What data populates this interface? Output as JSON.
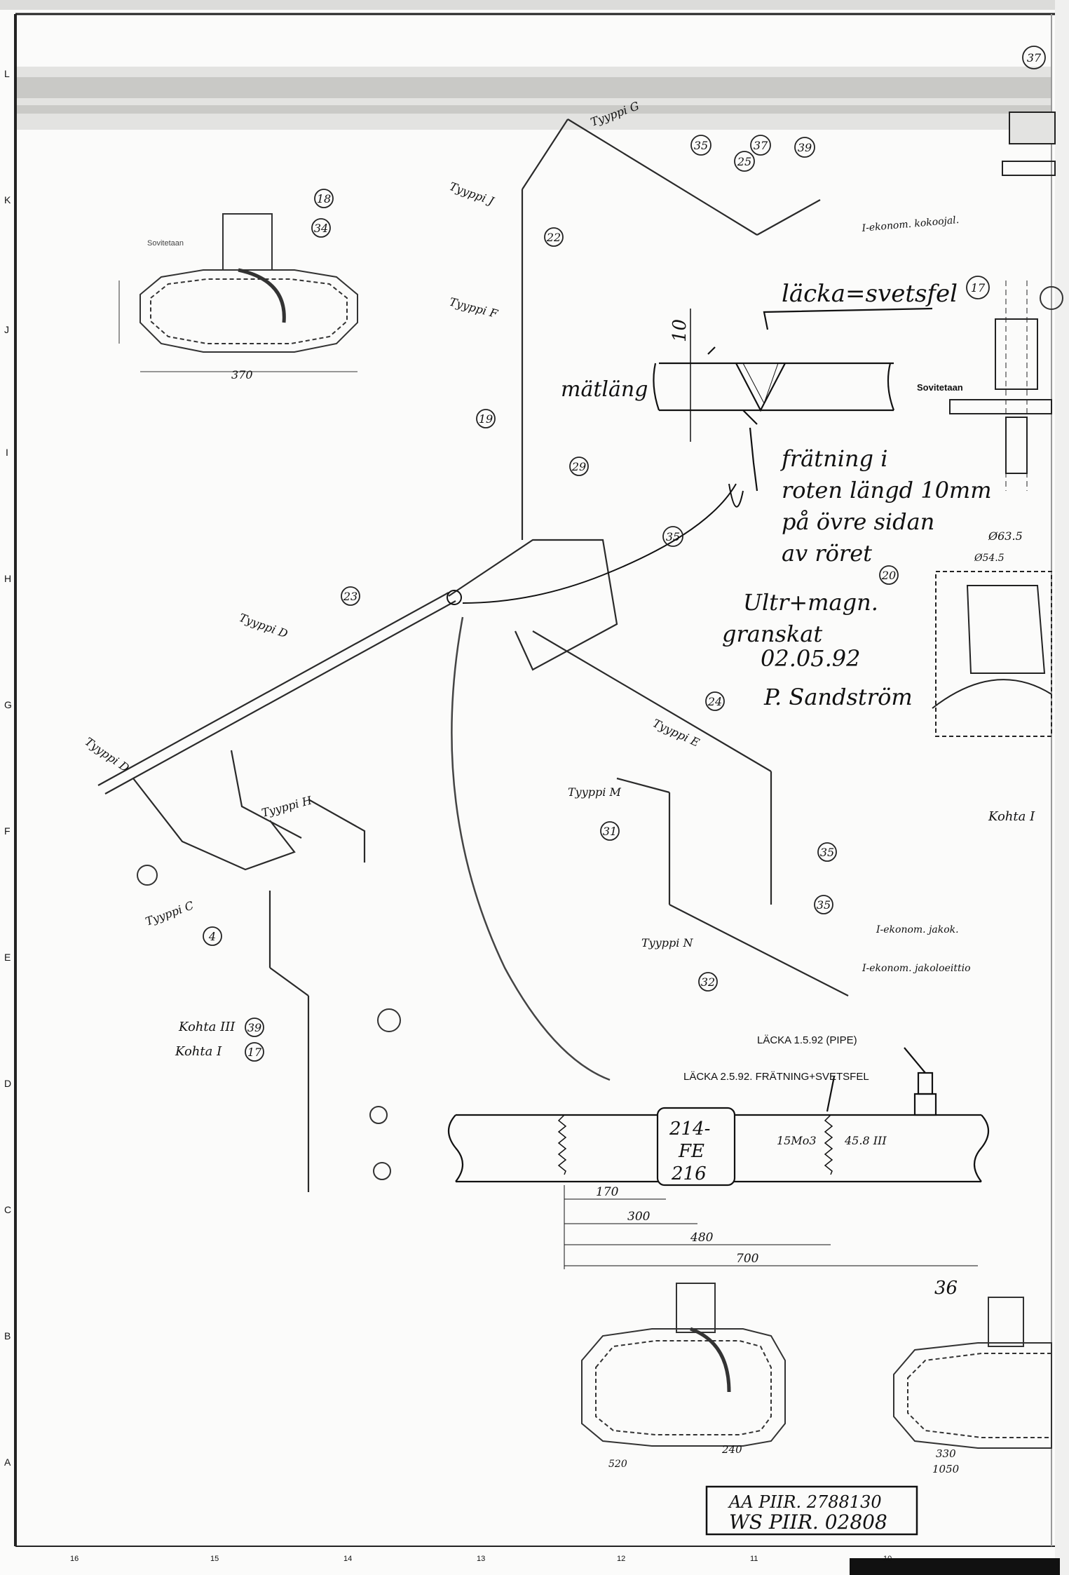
{
  "annotations": {
    "leak_label": "läcka=svetsfel",
    "wall_thickness": "10",
    "measure_label": "mätläng",
    "corrosion_note": [
      "frätning i",
      "roten längd 10mm",
      "på övre sidan",
      "av röret"
    ],
    "inspection_note": [
      "Ultr+magn.",
      "granskat",
      "02.05.92",
      "P. Sandström"
    ]
  },
  "pipe_detail": {
    "leak_1": "LÄCKA 1.5.92 (PIPE)",
    "leak_2": "LÄCKA 2.5.92. FRÄTNING+SVETSFEL",
    "tag_lines": [
      "214-",
      "FE",
      "216"
    ],
    "material": "15Mo3",
    "size": "45.8 III",
    "dimensions": [
      "170",
      "300",
      "480",
      "700"
    ]
  },
  "stamp": {
    "line1": "AA PIIR. 2788130",
    "line2": "WS PIIR. 02808"
  },
  "drawing_labels": {
    "sovitetaan": "Sovitetaan",
    "sovitetaan_2": "Sovitetaan",
    "kohta_1": "Kohta I",
    "kohta_3": "Kohta III",
    "kohta_1b": "Kohta I",
    "kohta_i_right": "Kohta I",
    "dim_370": "370",
    "dim_520": "520",
    "dim_240": "240",
    "dim_1050": "1050",
    "dim_330": "330",
    "dim_635": "Ø63.5",
    "dim_545": "Ø54.5",
    "tag_36": "36",
    "i_ekonom_1": "I-ekonom. kokoojal.",
    "i_ekonom_2": "I-ekonom. jakok.",
    "i_ekonom_3": "I-ekonom. jakoloeittio",
    "tyyppi_d": "Tyyppi D",
    "tyyppi_e": "Tyyppi E",
    "tyyppi_f": "Tyyppi F",
    "tyyppi_j": "Tyyppi J",
    "tyyppi_m": "Tyyppi M",
    "tyyppi_n": "Tyyppi N",
    "tyyppi_h": "Tyyppi H",
    "tyyppi_c": "Tyyppi C",
    "tyyppi_g": "Tyyppi G"
  },
  "balloons": [
    "37",
    "35",
    "37",
    "39",
    "25",
    "18",
    "34",
    "19",
    "29",
    "35",
    "22",
    "23",
    "24",
    "31",
    "32",
    "35",
    "4",
    "35",
    "17",
    "39",
    "17",
    "20"
  ],
  "row_letters": [
    "L",
    "K",
    "J",
    "I",
    "H",
    "G",
    "F",
    "E",
    "D",
    "C",
    "B",
    "A"
  ],
  "col_numbers": [
    "16",
    "15",
    "14",
    "13",
    "12",
    "11",
    "10"
  ]
}
